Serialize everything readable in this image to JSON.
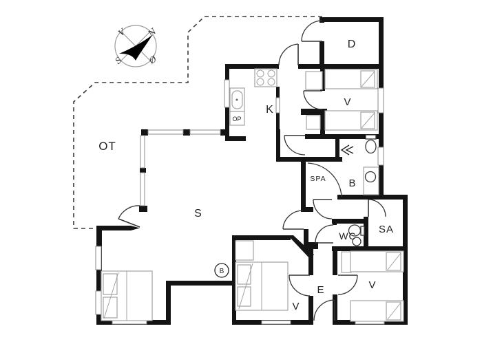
{
  "page": {
    "type": "holiday-house floor plan",
    "background": "#ffffff"
  },
  "colors": {
    "wall": "#141414",
    "line": "#333333",
    "furniture_stroke": "#a3a3a3",
    "dashed_boundary": "#3a3a3a",
    "label": "#222222"
  },
  "compass": {
    "north": "N",
    "south": "S",
    "west": "V",
    "east": "Ø"
  },
  "rooms": {
    "terrace": "OT",
    "kitchen": "K",
    "room_d": "D",
    "bedroom_ne": "V",
    "spa": "SPA",
    "bathroom": "B",
    "wc": "WC",
    "sauna": "SA",
    "living_room": "S",
    "bedroom_sw": "V",
    "entrance": "E",
    "bedroom_se": "V"
  },
  "fixtures": {
    "dishwasher": "OP",
    "wood_stove_badge": "B"
  }
}
